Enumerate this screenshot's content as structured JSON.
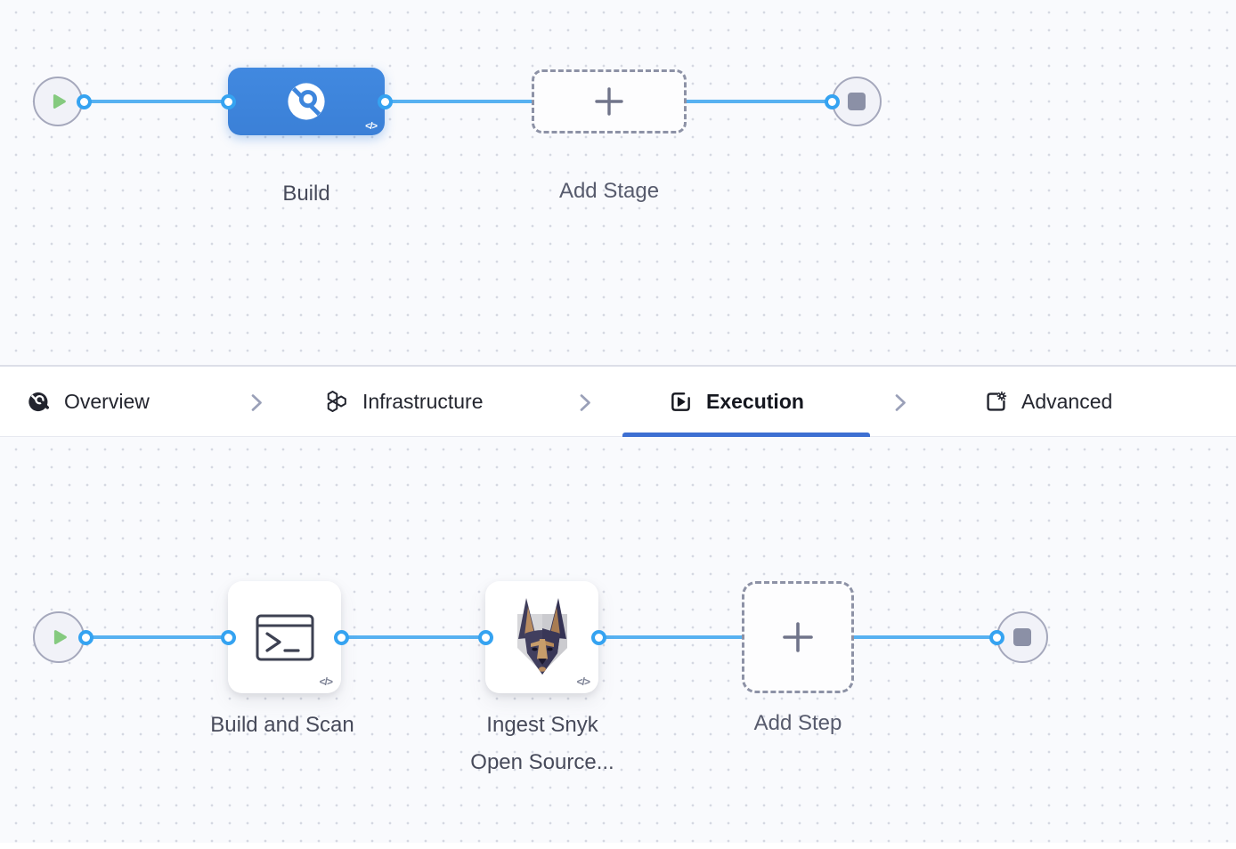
{
  "code_badge": "</>",
  "stage_canvas": {
    "build_label": "Build",
    "add_stage_label": "Add Stage"
  },
  "tab_bar": {
    "tabs": [
      {
        "label": "Overview",
        "icon": "overview-icon",
        "selected": false
      },
      {
        "label": "Infrastructure",
        "icon": "infrastructure-icon",
        "selected": false
      },
      {
        "label": "Execution",
        "icon": "execution-icon",
        "selected": true
      },
      {
        "label": "Advanced",
        "icon": "advanced-icon",
        "selected": false
      }
    ]
  },
  "step_canvas": {
    "build_and_scan_label": "Build and Scan",
    "ingest_snyk_label": "Ingest Snyk Open Source...",
    "add_step_label": "Add Step"
  },
  "colors": {
    "stage_node_blue": "#3e86dc",
    "edge_line_blue": "#57b1f1",
    "connector_blue": "#35a3f1",
    "tab_underline_blue": "#3d6fd2",
    "play_green": "#85ca7f",
    "end_square_gray": "#8b90a6"
  }
}
